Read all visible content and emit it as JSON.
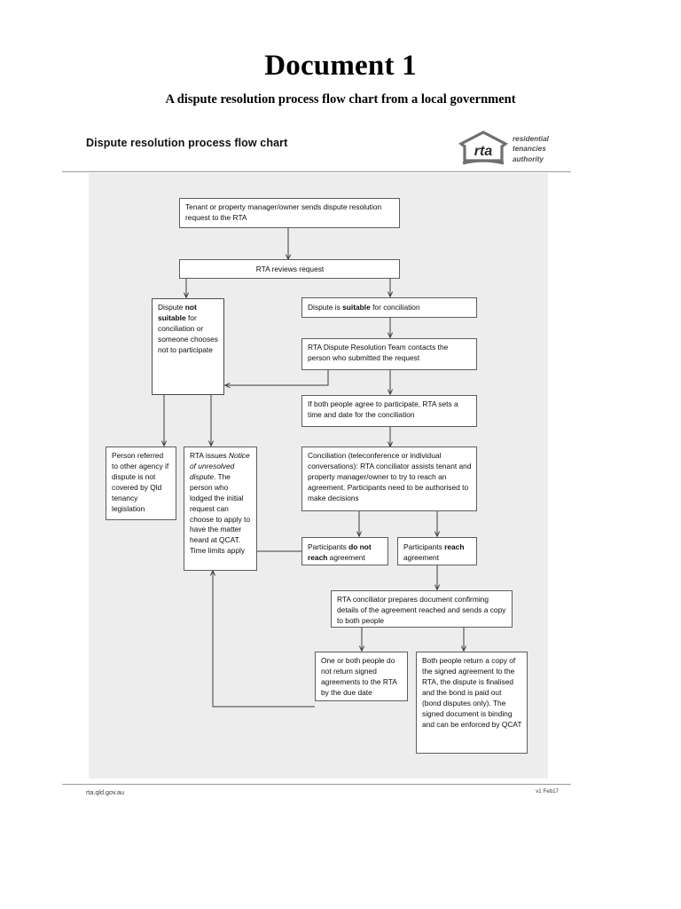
{
  "document": {
    "title": "Document 1",
    "subtitle": "A dispute resolution process flow chart from a local government"
  },
  "sheet": {
    "title": "Dispute resolution process flow chart",
    "logo": {
      "mark_text": "rta",
      "words": "residential\ntenancies\nauthority",
      "words_line1": "residential",
      "words_line2": "tenancies",
      "words_line3": "authority"
    },
    "footer": {
      "left": "rta.qld.gov.au",
      "right": "v1 Feb17"
    }
  },
  "flowchart": {
    "type": "flowchart",
    "nodes": [
      {
        "id": "n1",
        "text": "Tenant or property manager/owner sends dispute resolution request to the RTA"
      },
      {
        "id": "n2",
        "text": "RTA reviews request"
      },
      {
        "id": "n3",
        "text_pre": "Dispute ",
        "text_bold": "not suitable",
        "text_post": " for conciliation or someone chooses not to participate"
      },
      {
        "id": "n4",
        "text_pre": "Dispute is ",
        "text_bold": "suitable",
        "text_post": " for conciliation"
      },
      {
        "id": "n5",
        "text": "RTA Dispute Resolution Team contacts the person who submitted the request"
      },
      {
        "id": "n6",
        "text": "If both people agree to participate, RTA sets a time and date for the conciliation"
      },
      {
        "id": "n7",
        "text": "Person referred to other agency if dispute is not covered by Qld tenancy legislation"
      },
      {
        "id": "n8",
        "text_pre": "RTA issues ",
        "text_italic": "Notice of unresolved dispute",
        "text_post": ". The person who lodged the initial request can choose to apply to have the matter heard at QCAT. Time limits apply"
      },
      {
        "id": "n9",
        "text": "Conciliation (teleconference or individual conversations): RTA conciliator assists tenant and property manager/owner to try to reach an agreement. Participants need to be authorised to make decisions"
      },
      {
        "id": "n10",
        "text_pre": "Participants ",
        "text_bold": "do not reach",
        "text_post": " agreement"
      },
      {
        "id": "n11",
        "text_pre": "Participants ",
        "text_bold": "reach",
        "text_post": " agreement"
      },
      {
        "id": "n12",
        "text": "RTA conciliator prepares document confirming details of the agreement reached and sends a copy to both people"
      },
      {
        "id": "n13",
        "text": "One or both people do not return signed agreements to the RTA by the due date"
      },
      {
        "id": "n14",
        "text": "Both people return a copy of the signed agreement to the RTA, the dispute is finalised and the bond is paid out (bond disputes only). The signed document is binding and can be enforced by QCAT"
      }
    ],
    "colors": {
      "panel_background": "#ededed",
      "node_border": "#5d5d5d",
      "node_fill": "#ffffff",
      "connector": "#3a3a3a"
    }
  }
}
